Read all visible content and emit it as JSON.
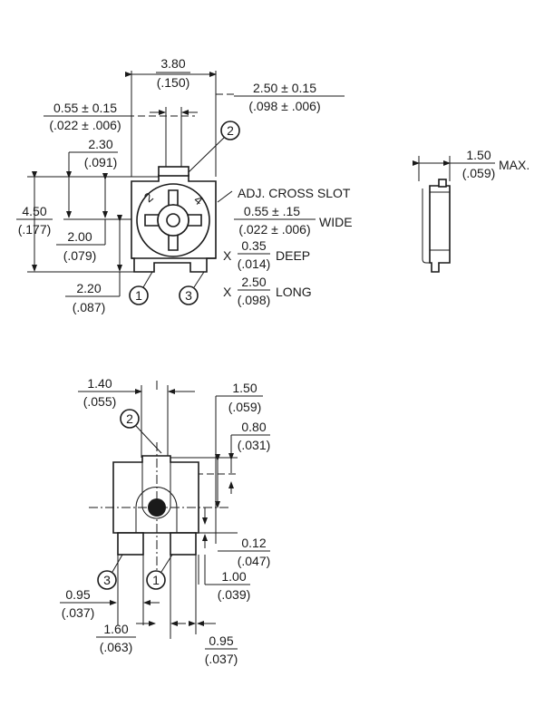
{
  "dims": {
    "width_top": "3.80",
    "width_top_in": "(.150)",
    "slot_gap": "0.55 ± 0.15",
    "slot_gap_in": "(.022 ± .006)",
    "right_offset": "2.50 ± 0.15",
    "right_offset_in": "(.098 ± .006)",
    "h_230": "2.30",
    "h_230_in": "(.091)",
    "h_450": "4.50",
    "h_450_in": "(.177)",
    "h_200": "2.00",
    "h_200_in": "(.079)",
    "h_220": "2.20",
    "h_220_in": "(.087)",
    "adj_slot": "ADJ. CROSS SLOT",
    "slot_wide": "0.55 ± .15",
    "slot_wide_in": "(.022 ± .006)",
    "wide": "WIDE",
    "x1": "X",
    "deep": "0.35",
    "deep_in": "(.014)",
    "deep_word": "DEEP",
    "x2": "X",
    "long": "2.50",
    "long_in": "(.098)",
    "long_word": "LONG",
    "side_max": "1.50",
    "side_max_in": "(.059)",
    "max_word": "MAX.",
    "b_140": "1.40",
    "b_140_in": "(.055)",
    "b_150": "1.50",
    "b_150_in": "(.059)",
    "b_080": "0.80",
    "b_080_in": "(.031)",
    "b_012": "0.12",
    "b_012_in": "(.047)",
    "b_100": "1.00",
    "b_100_in": "(.039)",
    "b_095a": "0.95",
    "b_095a_in": "(.037)",
    "b_160": "1.60",
    "b_160_in": "(.063)",
    "b_095b": "0.95",
    "b_095b_in": "(.037)"
  },
  "pins": {
    "top_p2": "2",
    "top_p1": "1",
    "top_p3": "3",
    "bot_p2": "2",
    "bot_p3": "3",
    "bot_p1": "1"
  },
  "dial": {
    "mark_2": "2",
    "mark_4": "4"
  }
}
